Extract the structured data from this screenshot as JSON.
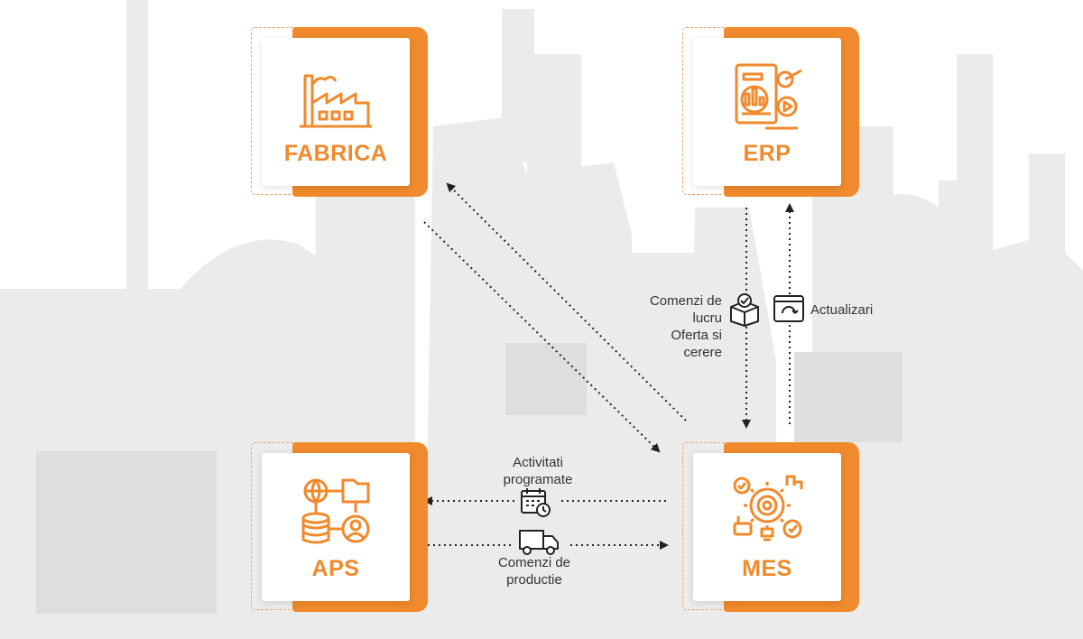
{
  "nodes": {
    "fabrica": {
      "title": "FABRICA",
      "icon": "factory-icon"
    },
    "erp": {
      "title": "ERP",
      "icon": "erp-report-icon"
    },
    "aps": {
      "title": "APS",
      "icon": "aps-network-icon"
    },
    "mes": {
      "title": "MES",
      "icon": "mes-gear-bulb-icon"
    }
  },
  "links": {
    "erp_to_mes": {
      "lines": [
        "Comenzi de",
        "lucru",
        "Oferta si",
        "cerere"
      ],
      "icon": "box-check-icon"
    },
    "mes_to_erp": {
      "lines": [
        "Actualizari"
      ],
      "icon": "sync-screen-icon"
    },
    "mes_to_aps": {
      "lines": [
        "Activitati",
        "programate"
      ],
      "icon": "calendar-clock-icon"
    },
    "aps_to_mes": {
      "lines": [
        "Comenzi de",
        "productie"
      ],
      "icon": "delivery-truck-icon"
    }
  },
  "colors": {
    "accent": "#f08a2c",
    "background_silhouette": "#e8e8e8",
    "arrow": "#222222",
    "text": "#333333"
  }
}
